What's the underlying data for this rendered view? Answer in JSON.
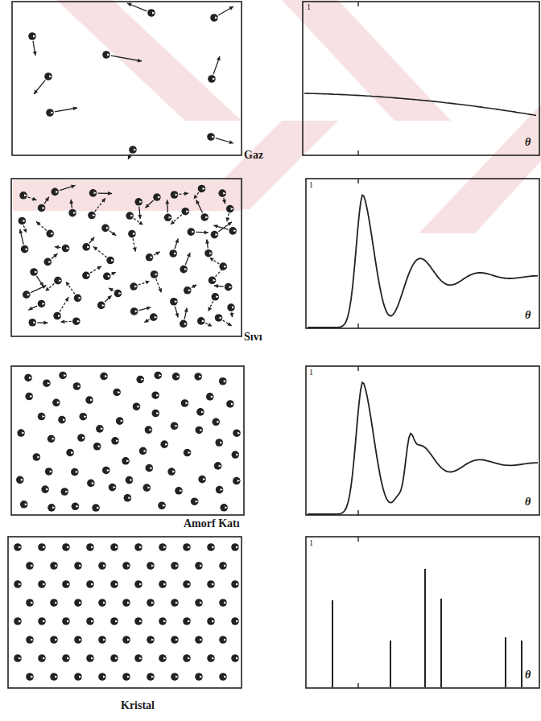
{
  "diagram": {
    "labels": [
      "1",
      "θ",
      "Gaz",
      "1",
      "θ",
      "Sıvı",
      "1",
      "θ",
      "Amorf Katı",
      "1",
      "θ",
      "Kristal"
    ]
  }
}
